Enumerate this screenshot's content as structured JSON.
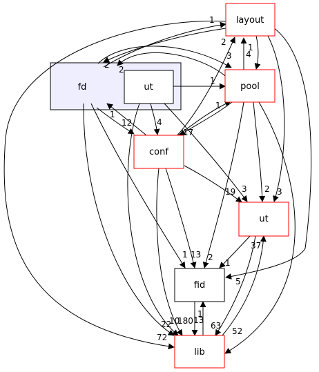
{
  "graph": {
    "nodes": {
      "fd": "fd",
      "fd_ut": "ut",
      "layout": "layout",
      "pool": "pool",
      "conf": "conf",
      "ut": "ut",
      "fid": "fid",
      "lib": "lib"
    },
    "colors": {
      "cluster_fill": "#eeeeff",
      "module_border": "#ff0000",
      "plain_border": "#000000",
      "edge": "#000000"
    },
    "edges": [
      {
        "id": "fd-layout",
        "from": "fd",
        "to": "layout",
        "label": "1"
      },
      {
        "id": "layout-fd",
        "from": "layout",
        "to": "fd",
        "label": "2"
      },
      {
        "id": "fd-pool",
        "from": "fd",
        "to": "pool",
        "label": "3"
      },
      {
        "id": "pool-fd",
        "from": "pool",
        "to": "fd",
        "label": "2"
      },
      {
        "id": "pool-layout",
        "from": "pool",
        "to": "layout",
        "label": "1"
      },
      {
        "id": "layout-pool",
        "from": "layout",
        "to": "pool",
        "label": "4"
      },
      {
        "id": "conf-layout",
        "from": "conf",
        "to": "layout",
        "label": "2"
      },
      {
        "id": "fdut-pool",
        "from": "fd/ut",
        "to": "pool",
        "label": "1"
      },
      {
        "id": "conf-pool",
        "from": "conf",
        "to": "pool",
        "label": "1"
      },
      {
        "id": "pool-conf",
        "from": "pool",
        "to": "conf",
        "label": "17"
      },
      {
        "id": "fd-conf",
        "from": "fd",
        "to": "conf",
        "label": "1"
      },
      {
        "id": "conf-fd",
        "from": "conf",
        "to": "fd",
        "label": "12"
      },
      {
        "id": "fdut-conf",
        "from": "fd/ut",
        "to": "conf",
        "label": "4"
      },
      {
        "id": "conf-ut",
        "from": "conf",
        "to": "ut",
        "label": "19"
      },
      {
        "id": "fdut-ut",
        "from": "fd/ut",
        "to": "ut",
        "label": "3"
      },
      {
        "id": "pool-ut",
        "from": "pool",
        "to": "ut",
        "label": "2"
      },
      {
        "id": "layout-ut",
        "from": "layout",
        "to": "ut",
        "label": "3"
      },
      {
        "id": "fd-fid",
        "from": "fd",
        "to": "fid",
        "label": "1"
      },
      {
        "id": "conf-fid",
        "from": "conf",
        "to": "fid",
        "label": "13"
      },
      {
        "id": "pool-fid",
        "from": "pool",
        "to": "fid",
        "label": "2"
      },
      {
        "id": "ut-fid",
        "from": "ut",
        "to": "fid",
        "label": "1"
      },
      {
        "id": "layout-fid",
        "from": "layout",
        "to": "fid",
        "label": "5"
      },
      {
        "id": "lib-fid",
        "from": "lib",
        "to": "fid",
        "label": "1"
      },
      {
        "id": "fid-lib",
        "from": "fid",
        "to": "lib",
        "label": "13"
      },
      {
        "id": "lib-ut",
        "from": "lib",
        "to": "ut",
        "label": "37"
      },
      {
        "id": "ut-lib",
        "from": "ut",
        "to": "lib",
        "label": "63"
      },
      {
        "id": "fd-lib",
        "from": "fd",
        "to": "lib",
        "label": "22"
      },
      {
        "id": "fdut-lib",
        "from": "fd/ut",
        "to": "lib",
        "label": "10"
      },
      {
        "id": "conf-lib",
        "from": "conf",
        "to": "lib",
        "label": "180"
      },
      {
        "id": "layout-lib",
        "from": "layout",
        "to": "lib",
        "label": "72"
      },
      {
        "id": "pool-lib",
        "from": "pool",
        "to": "lib",
        "label": "52"
      }
    ]
  }
}
